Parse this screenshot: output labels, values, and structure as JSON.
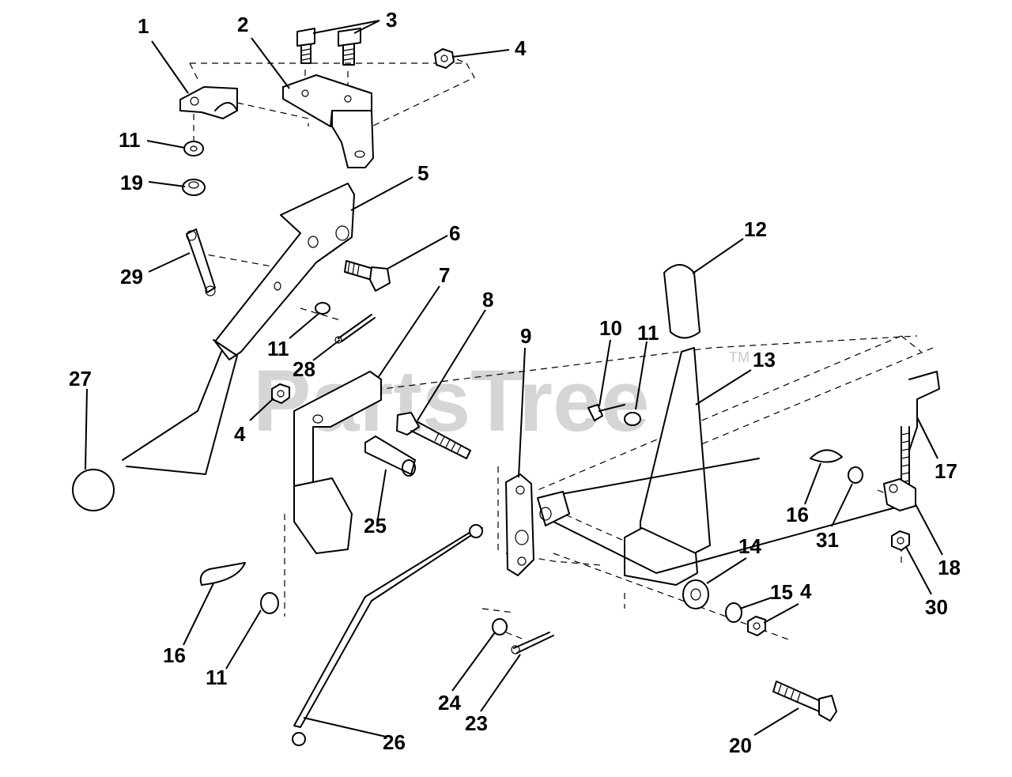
{
  "watermark": {
    "text": "PartsTree",
    "tm": "TM"
  },
  "callouts": [
    "1",
    "2",
    "3",
    "4",
    "11",
    "19",
    "5",
    "6",
    "29",
    "7",
    "8",
    "12",
    "10",
    "11",
    "9",
    "13",
    "11",
    "28",
    "27",
    "4",
    "25",
    "17",
    "16",
    "31",
    "18",
    "30",
    "14",
    "15",
    "4",
    "16",
    "11",
    "24",
    "23",
    "26",
    "20"
  ]
}
